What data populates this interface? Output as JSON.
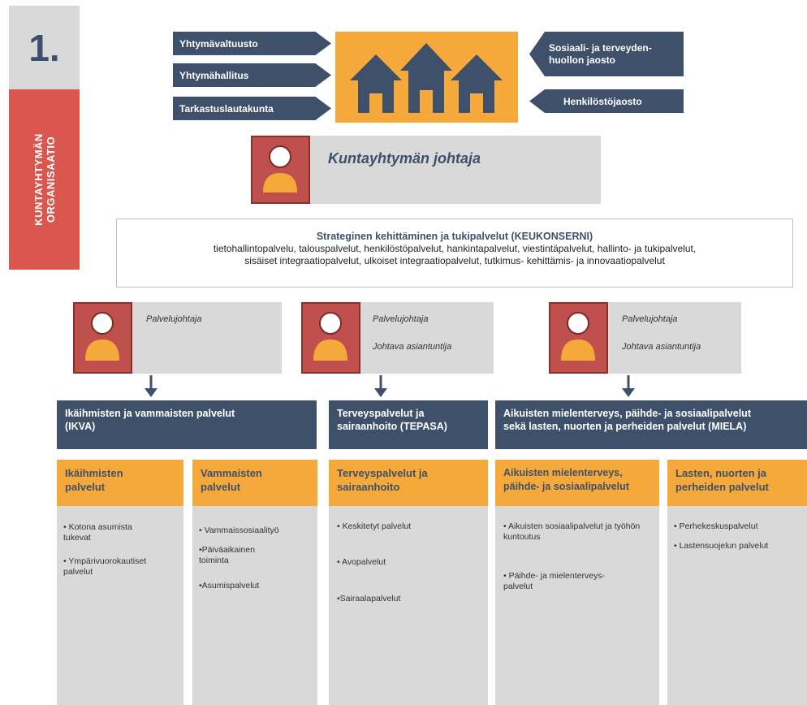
{
  "badge": {
    "number": "1.",
    "side_line1": "KUNTAYHTYMÄN",
    "side_line2": "ORGANISAATIO"
  },
  "governance": {
    "left": [
      "Yhtymävaltuusto",
      "Yhtymähallitus",
      "Tarkastuslautakunta"
    ],
    "right_top_line1": "Sosiaali- ja terveyden-",
    "right_top_line2": "huollon jaosto",
    "right_bottom": "Henkilöstöjaosto"
  },
  "director": {
    "title": "Kuntayhtymän johtaja"
  },
  "strategy": {
    "title": "Strateginen kehittäminen ja tukipalvelut (KEUKONSERNI)",
    "line1": "tietohallintopalvelu, talouspalvelut, henkilöstöpalvelut, hankintapalvelut, viestintäpalvelut, hallinto- ja tukipalvelut,",
    "line2": "sisäiset integraatiopalvelut, ulkoiset integraatiopalvelut, tutkimus- kehittämis- ja innovaatiopalvelut"
  },
  "roles": [
    {
      "line1": "Palvelujohtaja",
      "line2": ""
    },
    {
      "line1": "Palvelujohtaja",
      "line2": "Johtava asiantuntija"
    },
    {
      "line1": "Palvelujohtaja",
      "line2": "Johtava asiantuntija"
    }
  ],
  "departments": [
    {
      "line1": "Ikäihmisten ja vammaisten palvelut",
      "line2": "(IKVA)"
    },
    {
      "line1": "Terveyspalvelut ja",
      "line2": "sairaanhoito (TEPASA)"
    },
    {
      "line1": "Aikuisten mielenterveys, päihde-  ja sosiaalipalvelut",
      "line2": "sekä lasten, nuorten ja perheiden palvelut (MIELA)"
    }
  ],
  "subunits": [
    {
      "title1": "Ikäihmisten",
      "title2": "palvelut",
      "bullets": [
        "• Kotona asumista tukevat",
        "• Ympärivuorokautiset palvelut"
      ]
    },
    {
      "title1": "Vammaisten",
      "title2": "palvelut",
      "bullets": [
        "• Vammaissosiaalityö",
        "•Päiväaikainen toiminta",
        "•Asumispalvelut"
      ]
    },
    {
      "title1": "Terveyspalvelut ja",
      "title2": "sairaanhoito",
      "bullets": [
        "• Keskitetyt palvelut",
        "• Avopalvelut",
        "•Sairaalapalvelut"
      ]
    },
    {
      "title1": "Aikuisten mielenterveys,",
      "title2": "päihde- ja sosiaalipalvelut",
      "bullets": [
        "• Aikuisten sosiaalipalvelut ja työhön kuntoutus",
        "• Päihde- ja mielenterveys-palvelut"
      ]
    },
    {
      "title1": "Lasten, nuorten ja",
      "title2": "perheiden palvelut",
      "bullets": [
        "• Perhekeskuspalvelut",
        "• Lastensuojelun palvelut"
      ]
    }
  ],
  "colors": {
    "navy": "#3f506b",
    "orange": "#f5a93a",
    "grey": "#d9d9d9",
    "red": "#c0504d",
    "badge_red": "#d9574f"
  }
}
